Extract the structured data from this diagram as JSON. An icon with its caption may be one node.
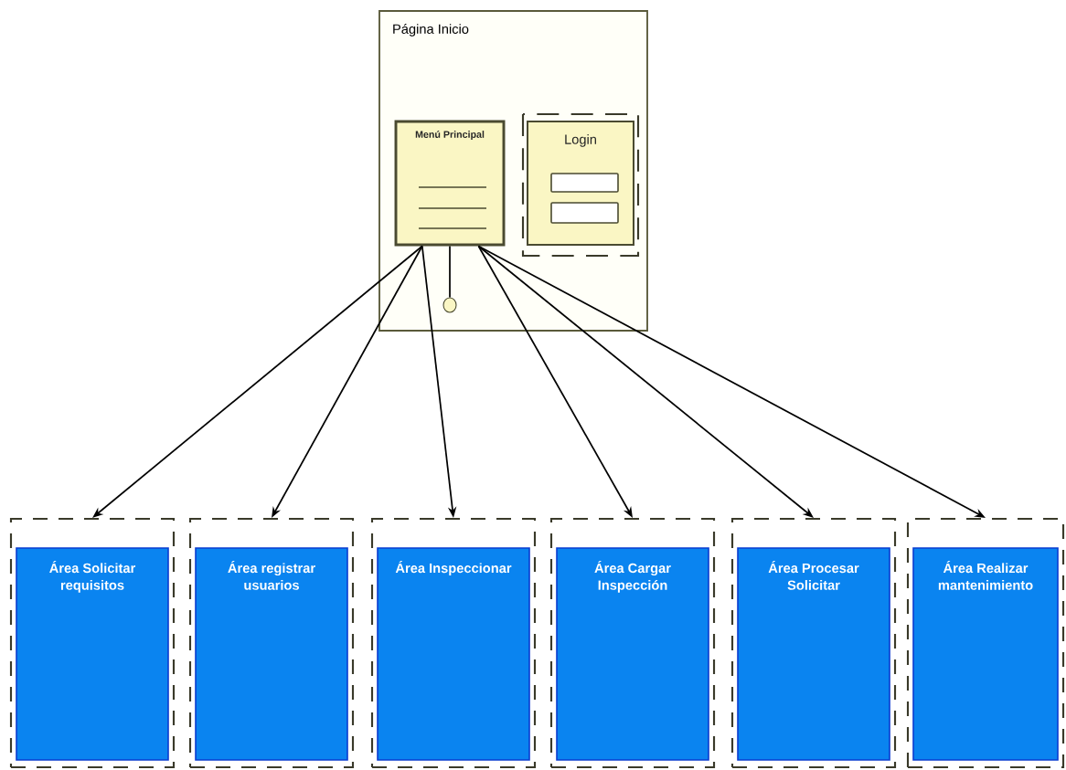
{
  "diagram": {
    "nodes": [
      {
        "text": [
          "Página Inicio"
        ]
      },
      {
        "text": [
          "Menú Principal"
        ],
        "in": 0
      },
      {
        "text": [
          "Login"
        ],
        "in": 0
      },
      {
        "text": [],
        "shape": "circle",
        "in": 0
      },
      {
        "text": [],
        "shape": "box"
      },
      {
        "text": [
          "Área Solicitar requisitos"
        ],
        "in": 4
      },
      {
        "text": [],
        "shape": "box"
      },
      {
        "text": [
          "Área registrar usuarios"
        ],
        "in": 6
      },
      {
        "text": [],
        "shape": "box"
      },
      {
        "text": [
          "Área Inspeccionar"
        ],
        "in": 8
      },
      {
        "text": [],
        "shape": "box"
      },
      {
        "text": [
          "Área Cargar Inspección"
        ],
        "in": 10
      },
      {
        "text": [],
        "shape": "box"
      },
      {
        "text": [
          "Área Procesar Solicitar"
        ],
        "in": 12
      },
      {
        "text": [],
        "shape": "box"
      },
      {
        "text": [
          "Área Realizar mantenimiento"
        ],
        "in": 14
      }
    ],
    "edges": [
      {
        "from": 1,
        "to": 3,
        "arrow": "none"
      },
      {
        "from": 1,
        "to": 4,
        "arrow": "to"
      },
      {
        "from": 1,
        "to": 6,
        "arrow": "to"
      },
      {
        "from": 1,
        "to": 8,
        "arrow": "to"
      },
      {
        "from": 1,
        "to": 10,
        "arrow": "to"
      },
      {
        "from": 1,
        "to": 12,
        "arrow": "to"
      },
      {
        "from": 1,
        "to": 14,
        "arrow": "to"
      }
    ]
  }
}
